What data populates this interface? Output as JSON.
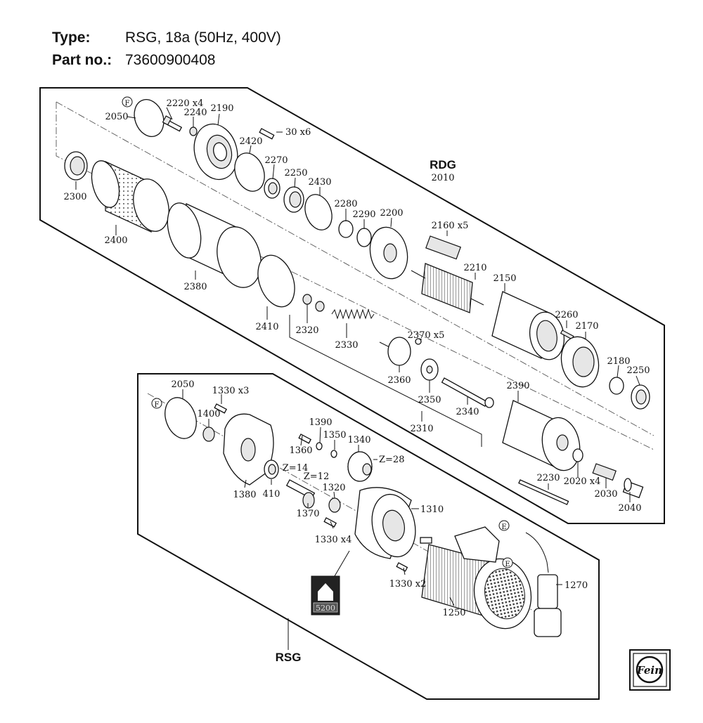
{
  "header": {
    "type_label": "Type:",
    "type_value": "RSG, 18a (50Hz, 400V)",
    "part_label": "Part no.:",
    "part_value": "73600900408"
  },
  "groups": {
    "rdg": "RDG",
    "rdg_no": "2010",
    "rsg": "RSG"
  },
  "circled": {
    "f": "F",
    "e": "E"
  },
  "badge_code": "5200",
  "logo_text": "Fein",
  "parts": {
    "p2050a": "2050",
    "p2220": "2220 x4",
    "p2240": "2240",
    "p2190": "2190",
    "p30x6": "30 x6",
    "p2420": "2420",
    "p2270": "2270",
    "p2250a": "2250",
    "p2430": "2430",
    "p2300": "2300",
    "p2400": "2400",
    "p2280": "2280",
    "p2290": "2290",
    "p2200": "2200",
    "p2160": "2160 x5",
    "p2210": "2210",
    "p2150": "2150",
    "p2380": "2380",
    "p2410": "2410",
    "p2320": "2320",
    "p2330": "2330",
    "p2370": "2370 x5",
    "p2260": "2260",
    "p2170": "2170",
    "p2360": "2360",
    "p2350": "2350",
    "p2180": "2180",
    "p2250b": "2250",
    "p2340": "2340",
    "p2310": "2310",
    "p2390": "2390",
    "p2230": "2230",
    "p2020": "2020 x4",
    "p2030": "2030",
    "p2040": "2040",
    "p2050b": "2050",
    "p1330a": "1330 x3",
    "p1400": "1400",
    "p1390": "1390",
    "p1350": "1350",
    "p1340": "1340",
    "z28": "Z=28",
    "p1360": "1360",
    "z14": "Z=14",
    "z12": "Z=12",
    "p1320": "1320",
    "p1310": "1310",
    "p1380": "1380",
    "p410": "410",
    "p1370": "1370",
    "p1330b": "1330 x4",
    "p1330c": "1330 x2",
    "p1270": "1270",
    "p1250": "1250"
  }
}
